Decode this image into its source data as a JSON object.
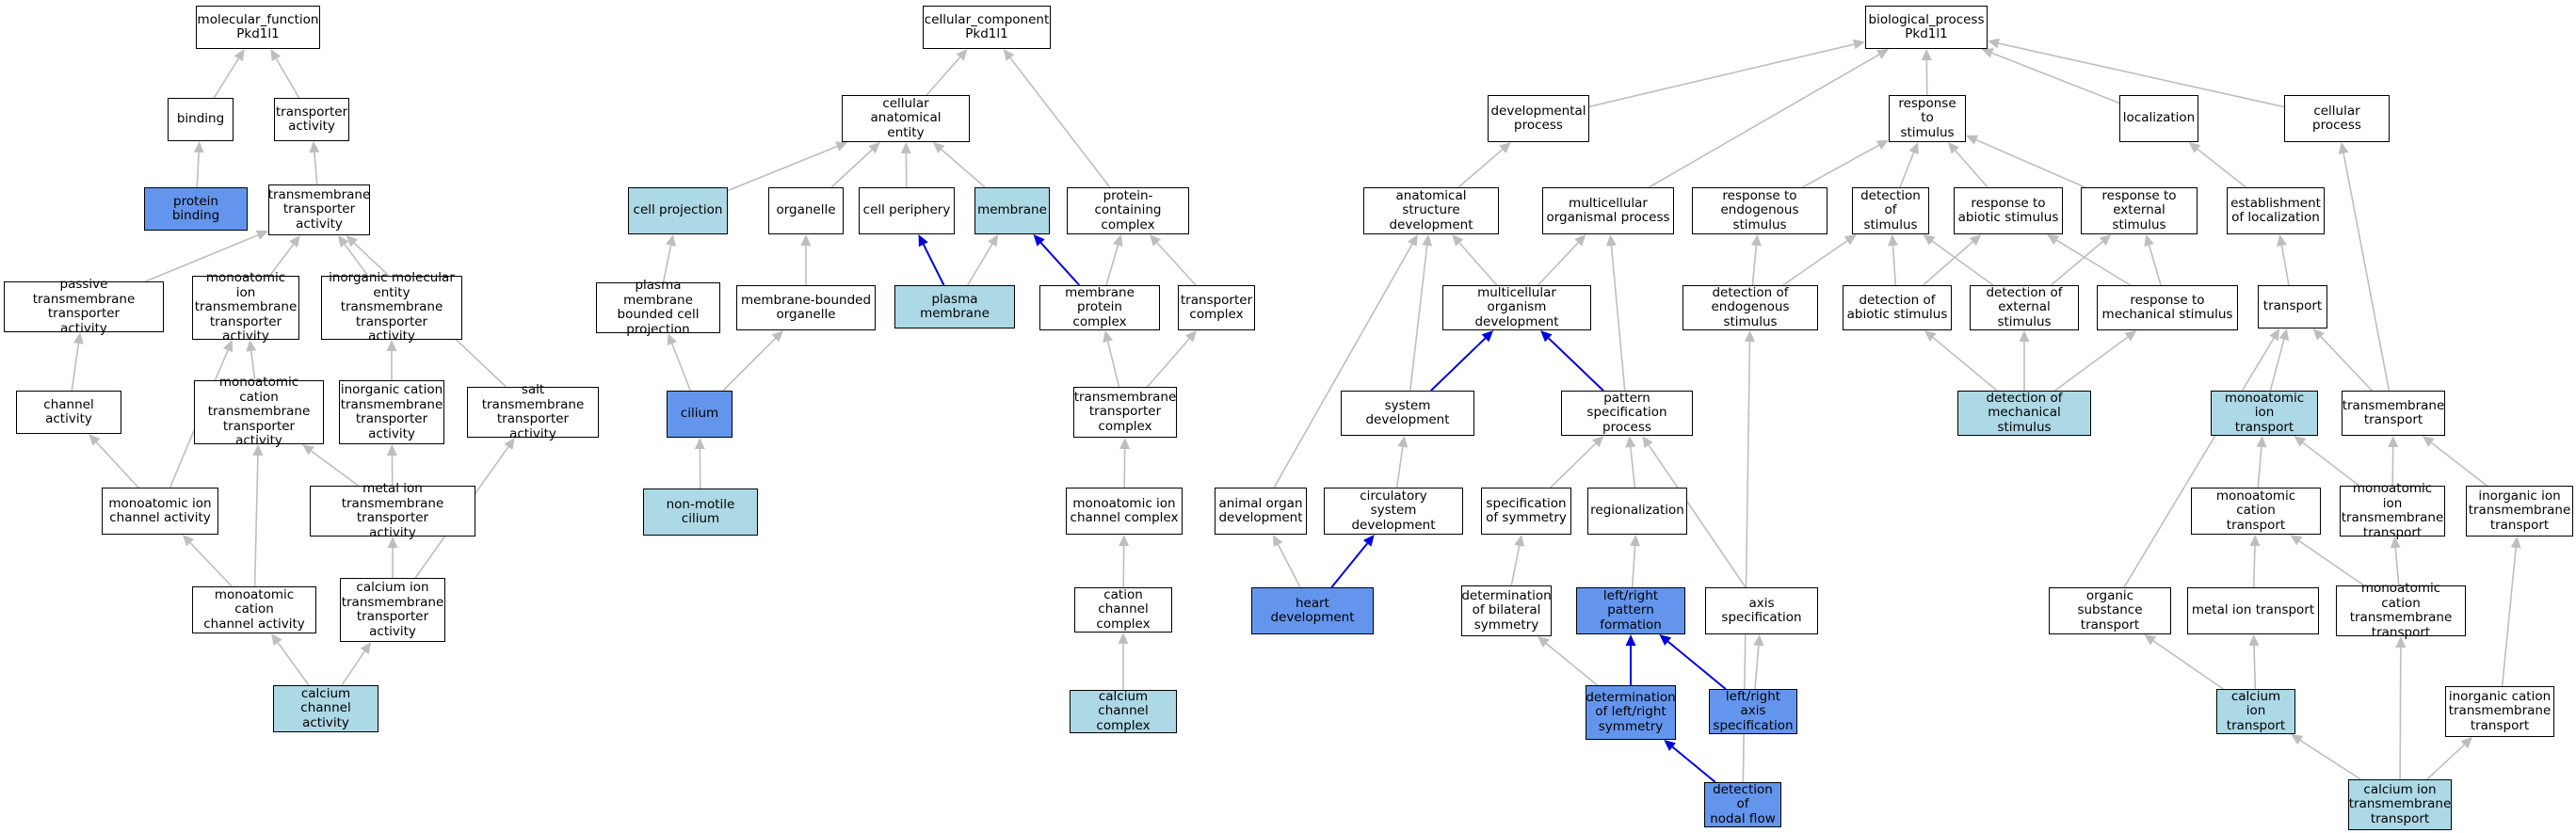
{
  "colors": {
    "plain": "#ffffff",
    "annotated": "#add8e6",
    "highlighted": "#6495ed",
    "gray_edge": "#bebebe",
    "blue_edge": "#0000dd"
  },
  "nodes": {
    "mf_root": {
      "label": "molecular_function\nPkd1l1",
      "style": "white"
    },
    "binding": {
      "label": "binding",
      "style": "white"
    },
    "transporter_activity": {
      "label": "transporter\nactivity",
      "style": "white"
    },
    "protein_binding": {
      "label": "protein binding",
      "style": "blue"
    },
    "tm_transporter_activity": {
      "label": "transmembrane\ntransporter\nactivity",
      "style": "white"
    },
    "passive_tm": {
      "label": "passive transmembrane\ntransporter\nactivity",
      "style": "white"
    },
    "monoatomic_ion_tm": {
      "label": "monoatomic ion\ntransmembrane\ntransporter\nactivity",
      "style": "white"
    },
    "inorganic_molecular_tm": {
      "label": "inorganic molecular\nentity transmembrane\ntransporter\nactivity",
      "style": "white"
    },
    "channel_activity": {
      "label": "channel activity",
      "style": "white"
    },
    "monoatomic_cation_tm": {
      "label": "monoatomic cation\ntransmembrane\ntransporter\nactivity",
      "style": "white"
    },
    "inorganic_cation_tm": {
      "label": "inorganic cation\ntransmembrane\ntransporter\nactivity",
      "style": "white"
    },
    "salt_tm": {
      "label": "salt transmembrane\ntransporter\nactivity",
      "style": "white"
    },
    "monoatomic_ion_channel": {
      "label": "monoatomic ion\nchannel activity",
      "style": "white"
    },
    "metal_ion_tm": {
      "label": "metal ion transmembrane\ntransporter\nactivity",
      "style": "white"
    },
    "monoatomic_cation_channel": {
      "label": "monoatomic cation\nchannel activity",
      "style": "white"
    },
    "calcium_ion_tm_activity": {
      "label": "calcium ion\ntransmembrane\ntransporter\nactivity",
      "style": "white"
    },
    "calcium_channel_activity": {
      "label": "calcium channel\nactivity",
      "style": "light"
    },
    "cc_root": {
      "label": "cellular_component\nPkd1l1",
      "style": "white"
    },
    "cellular_anatomical_entity": {
      "label": "cellular anatomical\nentity",
      "style": "white"
    },
    "protein_containing_complex": {
      "label": "protein-containing\ncomplex",
      "style": "white"
    },
    "cell_projection": {
      "label": "cell projection",
      "style": "light"
    },
    "organelle": {
      "label": "organelle",
      "style": "white"
    },
    "cell_periphery": {
      "label": "cell periphery",
      "style": "white"
    },
    "membrane": {
      "label": "membrane",
      "style": "light"
    },
    "pm_bounded_projection": {
      "label": "plasma membrane\nbounded cell\nprojection",
      "style": "white"
    },
    "membrane_bounded_organelle": {
      "label": "membrane-bounded\norganelle",
      "style": "white"
    },
    "plasma_membrane": {
      "label": "plasma membrane",
      "style": "light"
    },
    "membrane_protein_complex": {
      "label": "membrane protein\ncomplex",
      "style": "white"
    },
    "transporter_complex": {
      "label": "transporter\ncomplex",
      "style": "white"
    },
    "cilium": {
      "label": "cilium",
      "style": "blue"
    },
    "tm_transporter_complex": {
      "label": "transmembrane\ntransporter\ncomplex",
      "style": "white"
    },
    "non_motile_cilium": {
      "label": "non-motile cilium",
      "style": "light"
    },
    "monoatomic_ion_channel_complex": {
      "label": "monoatomic ion\nchannel complex",
      "style": "white"
    },
    "cation_channel_complex": {
      "label": "cation channel\ncomplex",
      "style": "white"
    },
    "calcium_channel_complex": {
      "label": "calcium channel\ncomplex",
      "style": "light"
    },
    "bp_root": {
      "label": "biological_process\nPkd1l1",
      "style": "white"
    },
    "developmental_process": {
      "label": "developmental\nprocess",
      "style": "white"
    },
    "response_to_stimulus": {
      "label": "response to\nstimulus",
      "style": "white"
    },
    "localization": {
      "label": "localization",
      "style": "white"
    },
    "cellular_process": {
      "label": "cellular process",
      "style": "white"
    },
    "anatomical_structure_dev": {
      "label": "anatomical structure\ndevelopment",
      "style": "white"
    },
    "multicellular_organismal_process": {
      "label": "multicellular\norganismal process",
      "style": "white"
    },
    "response_endogenous": {
      "label": "response to\nendogenous stimulus",
      "style": "white"
    },
    "detection_of_stimulus": {
      "label": "detection of\nstimulus",
      "style": "white"
    },
    "response_abiotic": {
      "label": "response to\nabiotic stimulus",
      "style": "white"
    },
    "response_external": {
      "label": "response to\nexternal stimulus",
      "style": "white"
    },
    "establishment_localization": {
      "label": "establishment\nof localization",
      "style": "white"
    },
    "multicellular_organism_dev": {
      "label": "multicellular\norganism development",
      "style": "white"
    },
    "detection_endogenous": {
      "label": "detection of\nendogenous stimulus",
      "style": "white"
    },
    "detection_abiotic": {
      "label": "detection of\nabiotic stimulus",
      "style": "white"
    },
    "detection_external": {
      "label": "detection of\nexternal stimulus",
      "style": "white"
    },
    "response_mechanical": {
      "label": "response to\nmechanical stimulus",
      "style": "white"
    },
    "transport": {
      "label": "transport",
      "style": "white"
    },
    "system_development": {
      "label": "system development",
      "style": "white"
    },
    "pattern_specification": {
      "label": "pattern specification\nprocess",
      "style": "white"
    },
    "detection_mechanical": {
      "label": "detection of\nmechanical stimulus",
      "style": "light"
    },
    "monoatomic_ion_transport": {
      "label": "monoatomic ion\ntransport",
      "style": "light"
    },
    "transmembrane_transport": {
      "label": "transmembrane\ntransport",
      "style": "white"
    },
    "animal_organ_dev": {
      "label": "animal organ\ndevelopment",
      "style": "white"
    },
    "circulatory_system_dev": {
      "label": "circulatory\nsystem development",
      "style": "white"
    },
    "specification_of_symmetry": {
      "label": "specification\nof symmetry",
      "style": "white"
    },
    "regionalization": {
      "label": "regionalization",
      "style": "white"
    },
    "monoatomic_cation_transport": {
      "label": "monoatomic cation\ntransport",
      "style": "white"
    },
    "monoatomic_ion_tm_transport": {
      "label": "monoatomic ion\ntransmembrane\ntransport",
      "style": "white"
    },
    "inorganic_ion_tm_transport": {
      "label": "inorganic ion\ntransmembrane\ntransport",
      "style": "white"
    },
    "heart_development": {
      "label": "heart development",
      "style": "blue"
    },
    "determination_bilateral": {
      "label": "determination\nof bilateral\nsymmetry",
      "style": "white"
    },
    "lr_pattern_formation": {
      "label": "left/right pattern\nformation",
      "style": "blue"
    },
    "axis_specification": {
      "label": "axis specification",
      "style": "white"
    },
    "organic_substance_transport": {
      "label": "organic substance\ntransport",
      "style": "white"
    },
    "metal_ion_transport": {
      "label": "metal ion transport",
      "style": "white"
    },
    "monoatomic_cation_tm_transport": {
      "label": "monoatomic cation\ntransmembrane\ntransport",
      "style": "white"
    },
    "determination_lr_symmetry": {
      "label": "determination\nof left/right\nsymmetry",
      "style": "blue"
    },
    "lr_axis_specification": {
      "label": "left/right axis\nspecification",
      "style": "blue"
    },
    "calcium_ion_transport": {
      "label": "calcium ion\ntransport",
      "style": "light"
    },
    "inorganic_cation_tm_transport": {
      "label": "inorganic cation\ntransmembrane\ntransport",
      "style": "white"
    },
    "detection_nodal_flow": {
      "label": "detection of\nnodal flow",
      "style": "blue"
    },
    "calcium_ion_tm_transport": {
      "label": "calcium ion\ntransmembrane\ntransport",
      "style": "light"
    }
  },
  "edges": [
    {
      "from": "binding",
      "to": "mf_root",
      "kind": "gray"
    },
    {
      "from": "transporter_activity",
      "to": "mf_root",
      "kind": "gray"
    },
    {
      "from": "protein_binding",
      "to": "binding",
      "kind": "gray"
    },
    {
      "from": "tm_transporter_activity",
      "to": "transporter_activity",
      "kind": "gray"
    },
    {
      "from": "passive_tm",
      "to": "tm_transporter_activity",
      "kind": "gray"
    },
    {
      "from": "monoatomic_ion_tm",
      "to": "tm_transporter_activity",
      "kind": "gray"
    },
    {
      "from": "inorganic_molecular_tm",
      "to": "tm_transporter_activity",
      "kind": "gray"
    },
    {
      "from": "salt_tm",
      "to": "tm_transporter_activity",
      "kind": "gray"
    },
    {
      "from": "channel_activity",
      "to": "passive_tm",
      "kind": "gray"
    },
    {
      "from": "monoatomic_cation_tm",
      "to": "monoatomic_ion_tm",
      "kind": "gray"
    },
    {
      "from": "monoatomic_ion_channel",
      "to": "monoatomic_ion_tm",
      "kind": "gray"
    },
    {
      "from": "inorganic_cation_tm",
      "to": "inorganic_molecular_tm",
      "kind": "gray"
    },
    {
      "from": "monoatomic_ion_channel",
      "to": "channel_activity",
      "kind": "gray"
    },
    {
      "from": "monoatomic_cation_channel",
      "to": "monoatomic_cation_tm",
      "kind": "gray"
    },
    {
      "from": "metal_ion_tm",
      "to": "monoatomic_cation_tm",
      "kind": "gray"
    },
    {
      "from": "metal_ion_tm",
      "to": "inorganic_cation_tm",
      "kind": "gray"
    },
    {
      "from": "calcium_ion_tm_activity",
      "to": "salt_tm",
      "kind": "gray"
    },
    {
      "from": "monoatomic_cation_channel",
      "to": "monoatomic_ion_channel",
      "kind": "gray"
    },
    {
      "from": "calcium_ion_tm_activity",
      "to": "metal_ion_tm",
      "kind": "gray"
    },
    {
      "from": "calcium_channel_activity",
      "to": "monoatomic_cation_channel",
      "kind": "gray"
    },
    {
      "from": "calcium_channel_activity",
      "to": "calcium_ion_tm_activity",
      "kind": "gray"
    },
    {
      "from": "cellular_anatomical_entity",
      "to": "cc_root",
      "kind": "gray"
    },
    {
      "from": "protein_containing_complex",
      "to": "cc_root",
      "kind": "gray"
    },
    {
      "from": "cell_projection",
      "to": "cellular_anatomical_entity",
      "kind": "gray"
    },
    {
      "from": "organelle",
      "to": "cellular_anatomical_entity",
      "kind": "gray"
    },
    {
      "from": "cell_periphery",
      "to": "cellular_anatomical_entity",
      "kind": "gray"
    },
    {
      "from": "membrane",
      "to": "cellular_anatomical_entity",
      "kind": "gray"
    },
    {
      "from": "pm_bounded_projection",
      "to": "cell_projection",
      "kind": "gray"
    },
    {
      "from": "membrane_bounded_organelle",
      "to": "organelle",
      "kind": "gray"
    },
    {
      "from": "plasma_membrane",
      "to": "cell_periphery",
      "kind": "blue"
    },
    {
      "from": "plasma_membrane",
      "to": "membrane",
      "kind": "gray"
    },
    {
      "from": "membrane_protein_complex",
      "to": "membrane",
      "kind": "blue"
    },
    {
      "from": "membrane_protein_complex",
      "to": "protein_containing_complex",
      "kind": "gray"
    },
    {
      "from": "transporter_complex",
      "to": "protein_containing_complex",
      "kind": "gray"
    },
    {
      "from": "cilium",
      "to": "pm_bounded_projection",
      "kind": "gray"
    },
    {
      "from": "cilium",
      "to": "membrane_bounded_organelle",
      "kind": "gray"
    },
    {
      "from": "tm_transporter_complex",
      "to": "membrane_protein_complex",
      "kind": "gray"
    },
    {
      "from": "tm_transporter_complex",
      "to": "transporter_complex",
      "kind": "gray"
    },
    {
      "from": "non_motile_cilium",
      "to": "cilium",
      "kind": "gray"
    },
    {
      "from": "monoatomic_ion_channel_complex",
      "to": "tm_transporter_complex",
      "kind": "gray"
    },
    {
      "from": "cation_channel_complex",
      "to": "monoatomic_ion_channel_complex",
      "kind": "gray"
    },
    {
      "from": "calcium_channel_complex",
      "to": "cation_channel_complex",
      "kind": "gray"
    },
    {
      "from": "developmental_process",
      "to": "bp_root",
      "kind": "gray"
    },
    {
      "from": "response_to_stimulus",
      "to": "bp_root",
      "kind": "gray"
    },
    {
      "from": "localization",
      "to": "bp_root",
      "kind": "gray"
    },
    {
      "from": "cellular_process",
      "to": "bp_root",
      "kind": "gray"
    },
    {
      "from": "multicellular_organismal_process",
      "to": "bp_root",
      "kind": "gray"
    },
    {
      "from": "anatomical_structure_dev",
      "to": "developmental_process",
      "kind": "gray"
    },
    {
      "from": "response_endogenous",
      "to": "response_to_stimulus",
      "kind": "gray"
    },
    {
      "from": "detection_of_stimulus",
      "to": "response_to_stimulus",
      "kind": "gray"
    },
    {
      "from": "response_abiotic",
      "to": "response_to_stimulus",
      "kind": "gray"
    },
    {
      "from": "response_external",
      "to": "response_to_stimulus",
      "kind": "gray"
    },
    {
      "from": "establishment_localization",
      "to": "localization",
      "kind": "gray"
    },
    {
      "from": "multicellular_organism_dev",
      "to": "anatomical_structure_dev",
      "kind": "gray"
    },
    {
      "from": "multicellular_organism_dev",
      "to": "multicellular_organismal_process",
      "kind": "gray"
    },
    {
      "from": "detection_endogenous",
      "to": "response_endogenous",
      "kind": "gray"
    },
    {
      "from": "detection_endogenous",
      "to": "detection_of_stimulus",
      "kind": "gray"
    },
    {
      "from": "detection_abiotic",
      "to": "detection_of_stimulus",
      "kind": "gray"
    },
    {
      "from": "detection_abiotic",
      "to": "response_abiotic",
      "kind": "gray"
    },
    {
      "from": "detection_external",
      "to": "detection_of_stimulus",
      "kind": "gray"
    },
    {
      "from": "detection_external",
      "to": "response_external",
      "kind": "gray"
    },
    {
      "from": "response_mechanical",
      "to": "response_abiotic",
      "kind": "gray"
    },
    {
      "from": "response_mechanical",
      "to": "response_external",
      "kind": "gray"
    },
    {
      "from": "transport",
      "to": "establishment_localization",
      "kind": "gray"
    },
    {
      "from": "system_development",
      "to": "multicellular_organism_dev",
      "kind": "blue"
    },
    {
      "from": "system_development",
      "to": "anatomical_structure_dev",
      "kind": "gray"
    },
    {
      "from": "pattern_specification",
      "to": "multicellular_organism_dev",
      "kind": "blue"
    },
    {
      "from": "pattern_specification",
      "to": "multicellular_organismal_process",
      "kind": "gray"
    },
    {
      "from": "detection_mechanical",
      "to": "detection_abiotic",
      "kind": "gray"
    },
    {
      "from": "detection_mechanical",
      "to": "detection_external",
      "kind": "gray"
    },
    {
      "from": "detection_mechanical",
      "to": "response_mechanical",
      "kind": "gray"
    },
    {
      "from": "monoatomic_ion_transport",
      "to": "transport",
      "kind": "gray"
    },
    {
      "from": "transmembrane_transport",
      "to": "transport",
      "kind": "gray"
    },
    {
      "from": "transmembrane_transport",
      "to": "cellular_process",
      "kind": "gray"
    },
    {
      "from": "animal_organ_dev",
      "to": "anatomical_structure_dev",
      "kind": "gray"
    },
    {
      "from": "circulatory_system_dev",
      "to": "system_development",
      "kind": "gray"
    },
    {
      "from": "specification_of_symmetry",
      "to": "pattern_specification",
      "kind": "gray"
    },
    {
      "from": "regionalization",
      "to": "pattern_specification",
      "kind": "gray"
    },
    {
      "from": "monoatomic_cation_transport",
      "to": "monoatomic_ion_transport",
      "kind": "gray"
    },
    {
      "from": "monoatomic_ion_tm_transport",
      "to": "monoatomic_ion_transport",
      "kind": "gray"
    },
    {
      "from": "monoatomic_ion_tm_transport",
      "to": "transmembrane_transport",
      "kind": "gray"
    },
    {
      "from": "inorganic_ion_tm_transport",
      "to": "transmembrane_transport",
      "kind": "gray"
    },
    {
      "from": "heart_development",
      "to": "animal_organ_dev",
      "kind": "gray"
    },
    {
      "from": "heart_development",
      "to": "circulatory_system_dev",
      "kind": "blue"
    },
    {
      "from": "determination_bilateral",
      "to": "specification_of_symmetry",
      "kind": "gray"
    },
    {
      "from": "lr_pattern_formation",
      "to": "regionalization",
      "kind": "gray"
    },
    {
      "from": "axis_specification",
      "to": "pattern_specification",
      "kind": "gray"
    },
    {
      "from": "organic_substance_transport",
      "to": "transport",
      "kind": "gray"
    },
    {
      "from": "metal_ion_transport",
      "to": "monoatomic_cation_transport",
      "kind": "gray"
    },
    {
      "from": "monoatomic_cation_tm_transport",
      "to": "monoatomic_cation_transport",
      "kind": "gray"
    },
    {
      "from": "monoatomic_cation_tm_transport",
      "to": "monoatomic_ion_tm_transport",
      "kind": "gray"
    },
    {
      "from": "determination_lr_symmetry",
      "to": "determination_bilateral",
      "kind": "gray"
    },
    {
      "from": "determination_lr_symmetry",
      "to": "lr_pattern_formation",
      "kind": "blue"
    },
    {
      "from": "lr_axis_specification",
      "to": "lr_pattern_formation",
      "kind": "blue"
    },
    {
      "from": "lr_axis_specification",
      "to": "axis_specification",
      "kind": "gray"
    },
    {
      "from": "calcium_ion_transport",
      "to": "organic_substance_transport",
      "kind": "gray"
    },
    {
      "from": "calcium_ion_transport",
      "to": "metal_ion_transport",
      "kind": "gray"
    },
    {
      "from": "inorganic_cation_tm_transport",
      "to": "inorganic_ion_tm_transport",
      "kind": "gray"
    },
    {
      "from": "detection_nodal_flow",
      "to": "determination_lr_symmetry",
      "kind": "blue"
    },
    {
      "from": "detection_nodal_flow",
      "to": "detection_endogenous",
      "kind": "gray"
    },
    {
      "from": "calcium_ion_tm_transport",
      "to": "calcium_ion_transport",
      "kind": "gray"
    },
    {
      "from": "calcium_ion_tm_transport",
      "to": "monoatomic_cation_tm_transport",
      "kind": "gray"
    },
    {
      "from": "calcium_ion_tm_transport",
      "to": "inorganic_cation_tm_transport",
      "kind": "gray"
    }
  ]
}
